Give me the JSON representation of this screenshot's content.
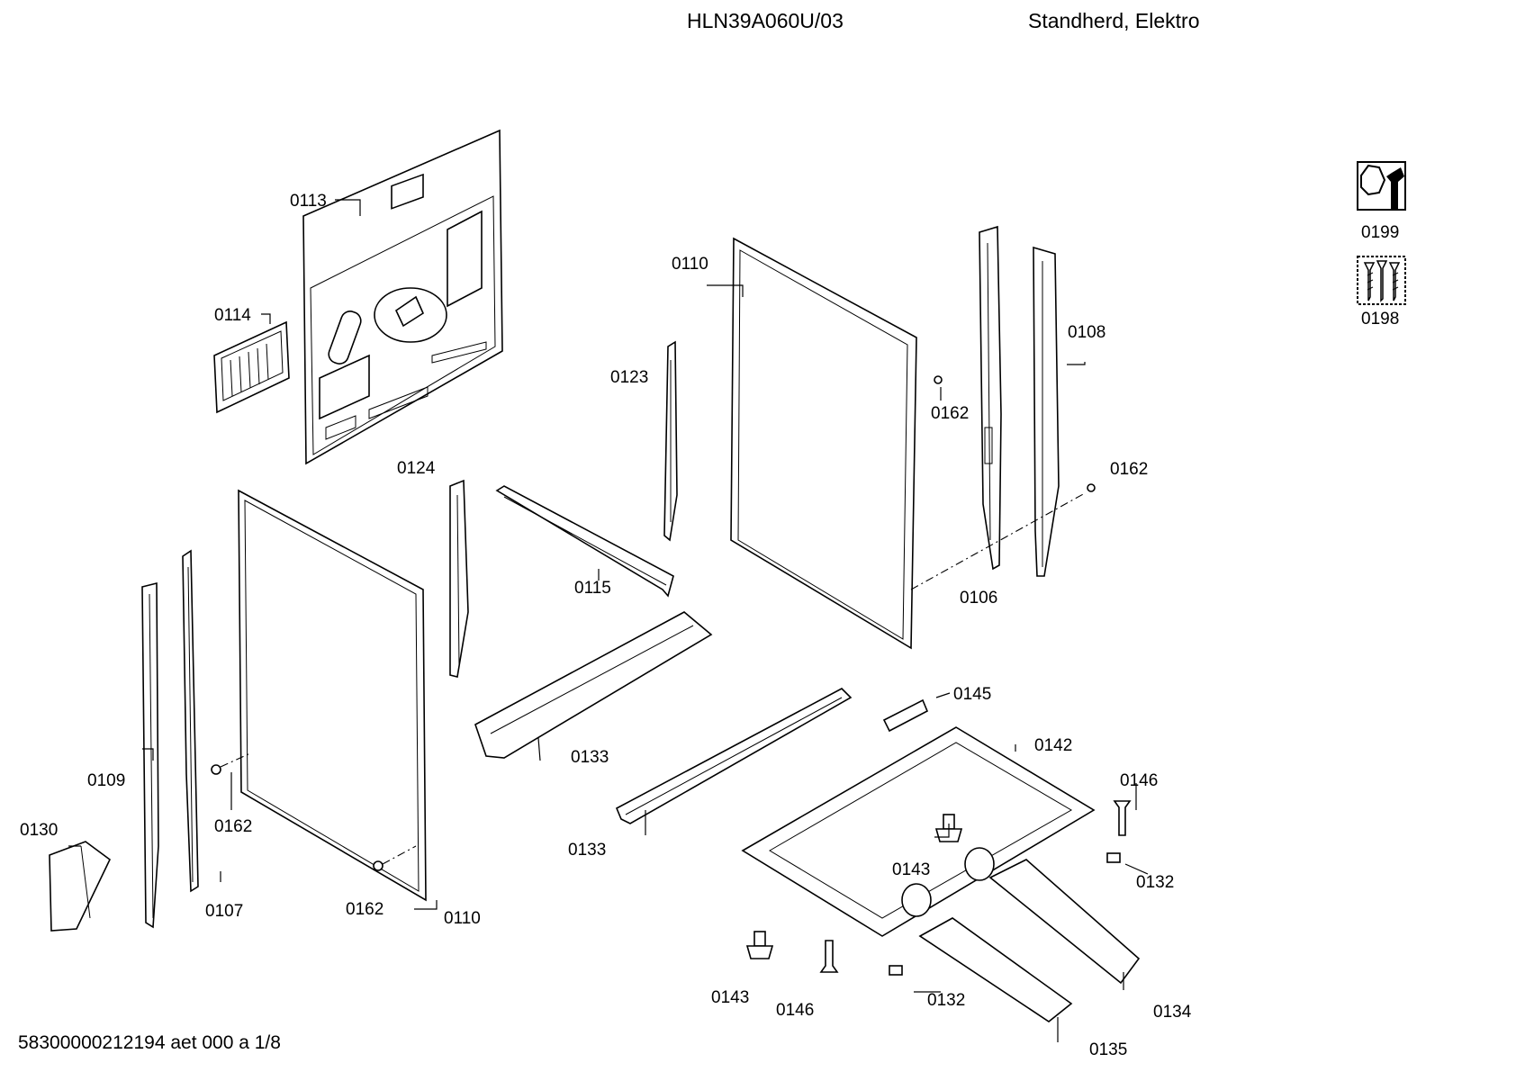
{
  "header": {
    "model": "HLN39A060U/03",
    "description": "Standherd, Elektro"
  },
  "footer": {
    "doc_ref": "58300000212194 aet 000 a 1/8"
  },
  "accessories": [
    {
      "id": "0199",
      "icon": "wrench-service-icon"
    },
    {
      "id": "0198",
      "icon": "screws-kit-icon"
    }
  ],
  "labels": {
    "p0113": "0113",
    "p0114": "0114",
    "p0124": "0124",
    "p0110a": "0110",
    "p0123": "0123",
    "p0162a": "0162",
    "p0108": "0108",
    "p0162b": "0162",
    "p0106": "0106",
    "p0115": "0115",
    "p0109": "0109",
    "p0162c": "0162",
    "p0107": "0107",
    "p0130": "0130",
    "p0162d": "0162",
    "p0110b": "0110",
    "p0133a": "0133",
    "p0133b": "0133",
    "p0145": "0145",
    "p0142": "0142",
    "p0146a": "0146",
    "p0143a": "0143",
    "p0132a": "0132",
    "p0143b": "0143",
    "p0146b": "0146",
    "p0132b": "0132",
    "p0134": "0134",
    "p0135": "0135"
  }
}
